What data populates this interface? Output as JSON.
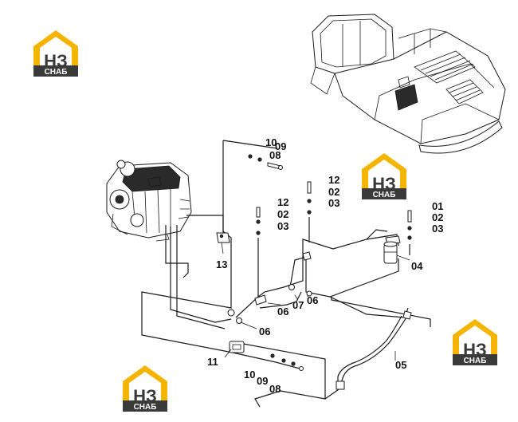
{
  "colors": {
    "logo_yellow": "#f5b400",
    "logo_dark": "#3a3a3a",
    "logo_white": "#ffffff",
    "line": "#1a1a1a"
  },
  "logo": {
    "monogram": "НЗ",
    "caption": "СНАБ"
  },
  "labels": {
    "top_screw": "10",
    "top_washer": "09",
    "top_nut": "08",
    "mid_bolt": "12",
    "mid_washer": "02",
    "mid_nut": "03",
    "upper_bolt": "12",
    "upper_washer": "02",
    "upper_nut": "03",
    "right_bolt": "01",
    "right_washer": "02",
    "right_nut": "03",
    "bracket": "13",
    "filter": "04",
    "hose": "05",
    "clamp_a": "06",
    "clamp_b": "07",
    "clamp_c": "06",
    "clamp_d": "06",
    "plate": "11",
    "bottom_screw": "10",
    "bottom_washer": "09",
    "bottom_nut": "08"
  }
}
